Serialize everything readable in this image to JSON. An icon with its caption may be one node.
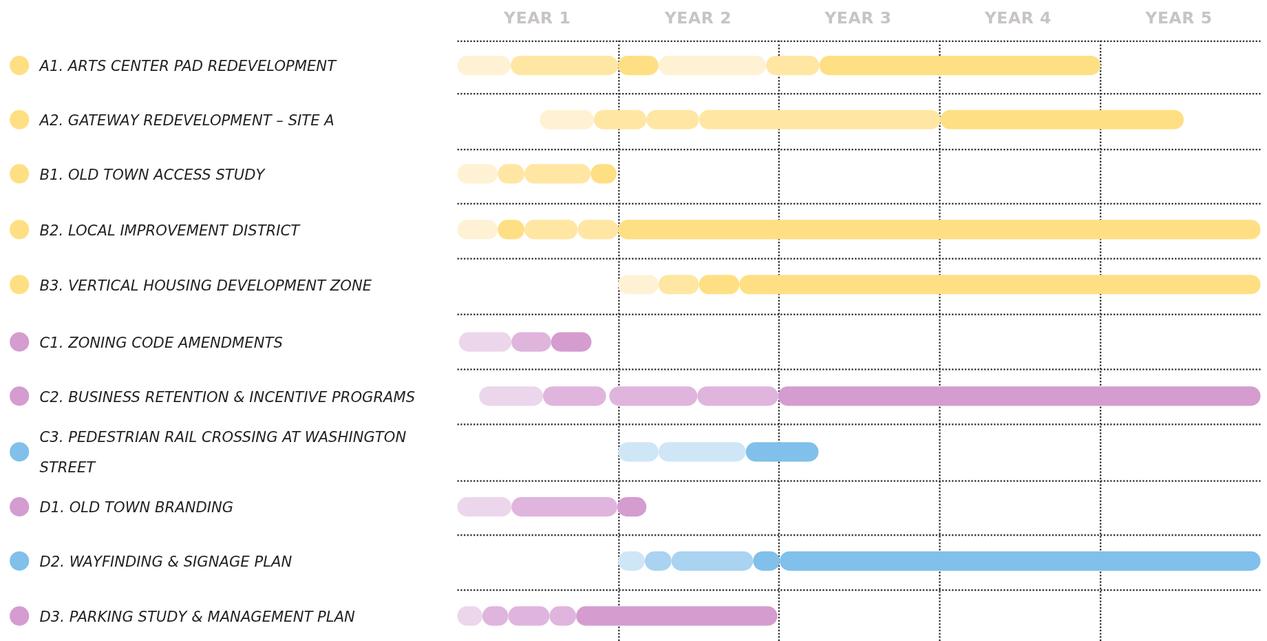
{
  "diagram": {
    "labels": [
      "YEAR 1",
      "YEAR 2",
      "YEAR 3",
      "YEAR 4",
      "YEAR 5",
      "A1. ARTS CENTER PAD REDEVELOPMENT",
      "A2. GATEWAY REDEVELOPMENT – SITE A",
      "B1. OLD TOWN ACCESS STUDY",
      "B2. LOCAL IMPROVEMENT DISTRICT",
      "B3. VERTICAL HOUSING DEVELOPMENT ZONE",
      "C1. ZONING CODE AMENDMENTS",
      "C2. BUSINESS RETENTION & INCENTIVE PROGRAMS",
      "C3. PEDESTRIAN RAIL CROSSING AT WASHINGTON STREET",
      "D1. OLD TOWN BRANDING",
      "D2. WAYFINDING & SIGNAGE PLAN",
      "D3. PARKING STUDY & MANAGEMENT PLAN"
    ]
  }
}
